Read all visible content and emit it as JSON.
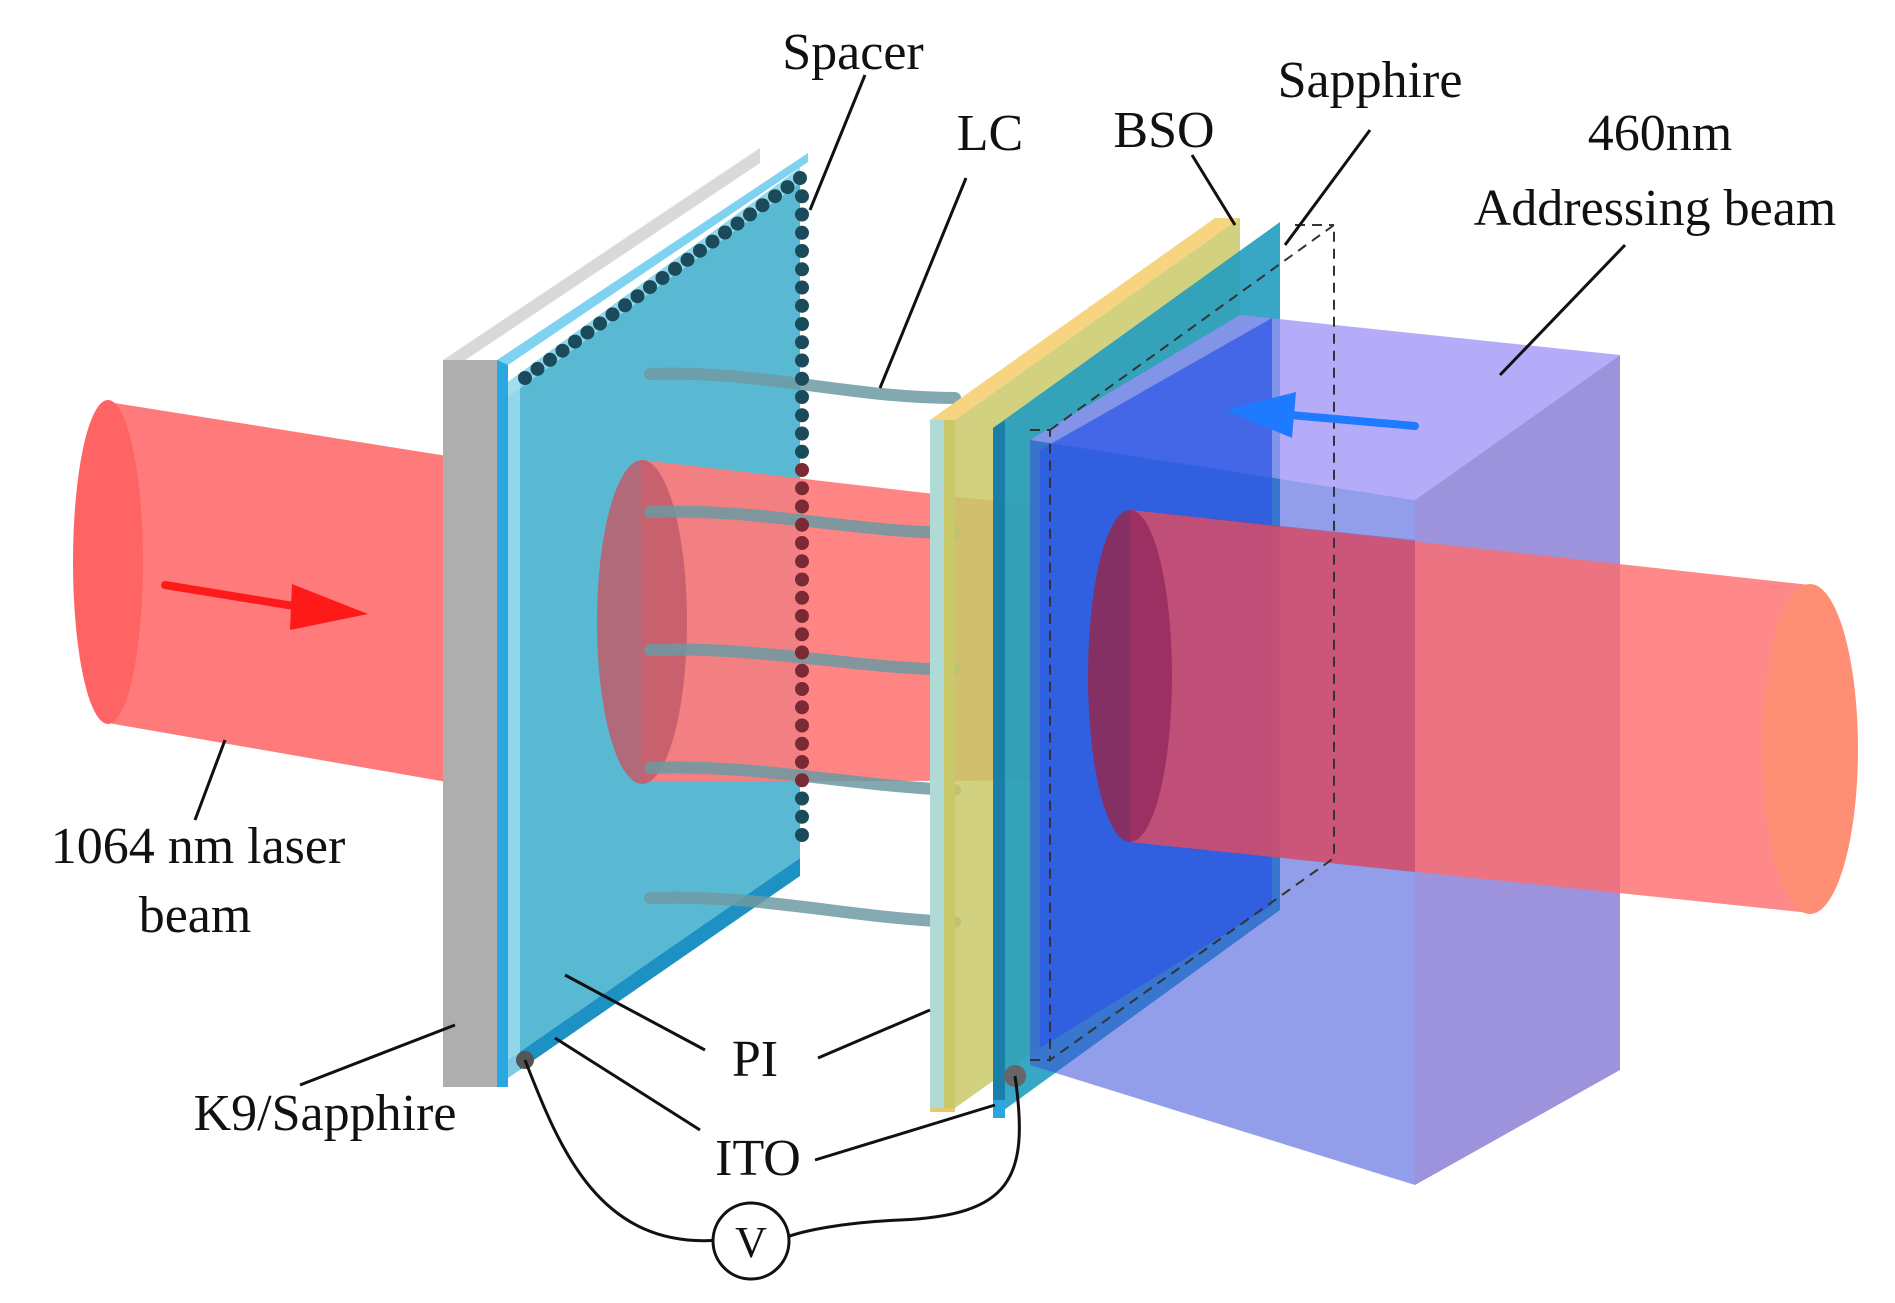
{
  "labels": {
    "spacer": "Spacer",
    "lc": "LC",
    "bso": "BSO",
    "sapphire": "Sapphire",
    "addressing_line1": "460nm",
    "addressing_line2": "Addressing beam",
    "laser_line1": "1064 nm laser",
    "laser_line2": "beam",
    "pi": "PI",
    "ito": "ITO",
    "k9": "K9/Sapphire",
    "voltmeter": "V"
  },
  "colors": {
    "laser_beam": "#ff6f6f",
    "addressing_beam": "#7b6cf6",
    "glass_substrate": "#59b9d3",
    "k9_edge": "#b5b5b5",
    "bso_layer": "#c9c96a",
    "ito_strip": "#2aa7e0",
    "spacer_dots": "#1b4a5a",
    "laser_arrow": "#ff1a1a",
    "addressing_arrow": "#1e7bff"
  },
  "icons": {
    "voltmeter": "circle-v-icon",
    "laser_direction": "arrow-right-icon",
    "addressing_direction": "arrow-left-icon"
  }
}
